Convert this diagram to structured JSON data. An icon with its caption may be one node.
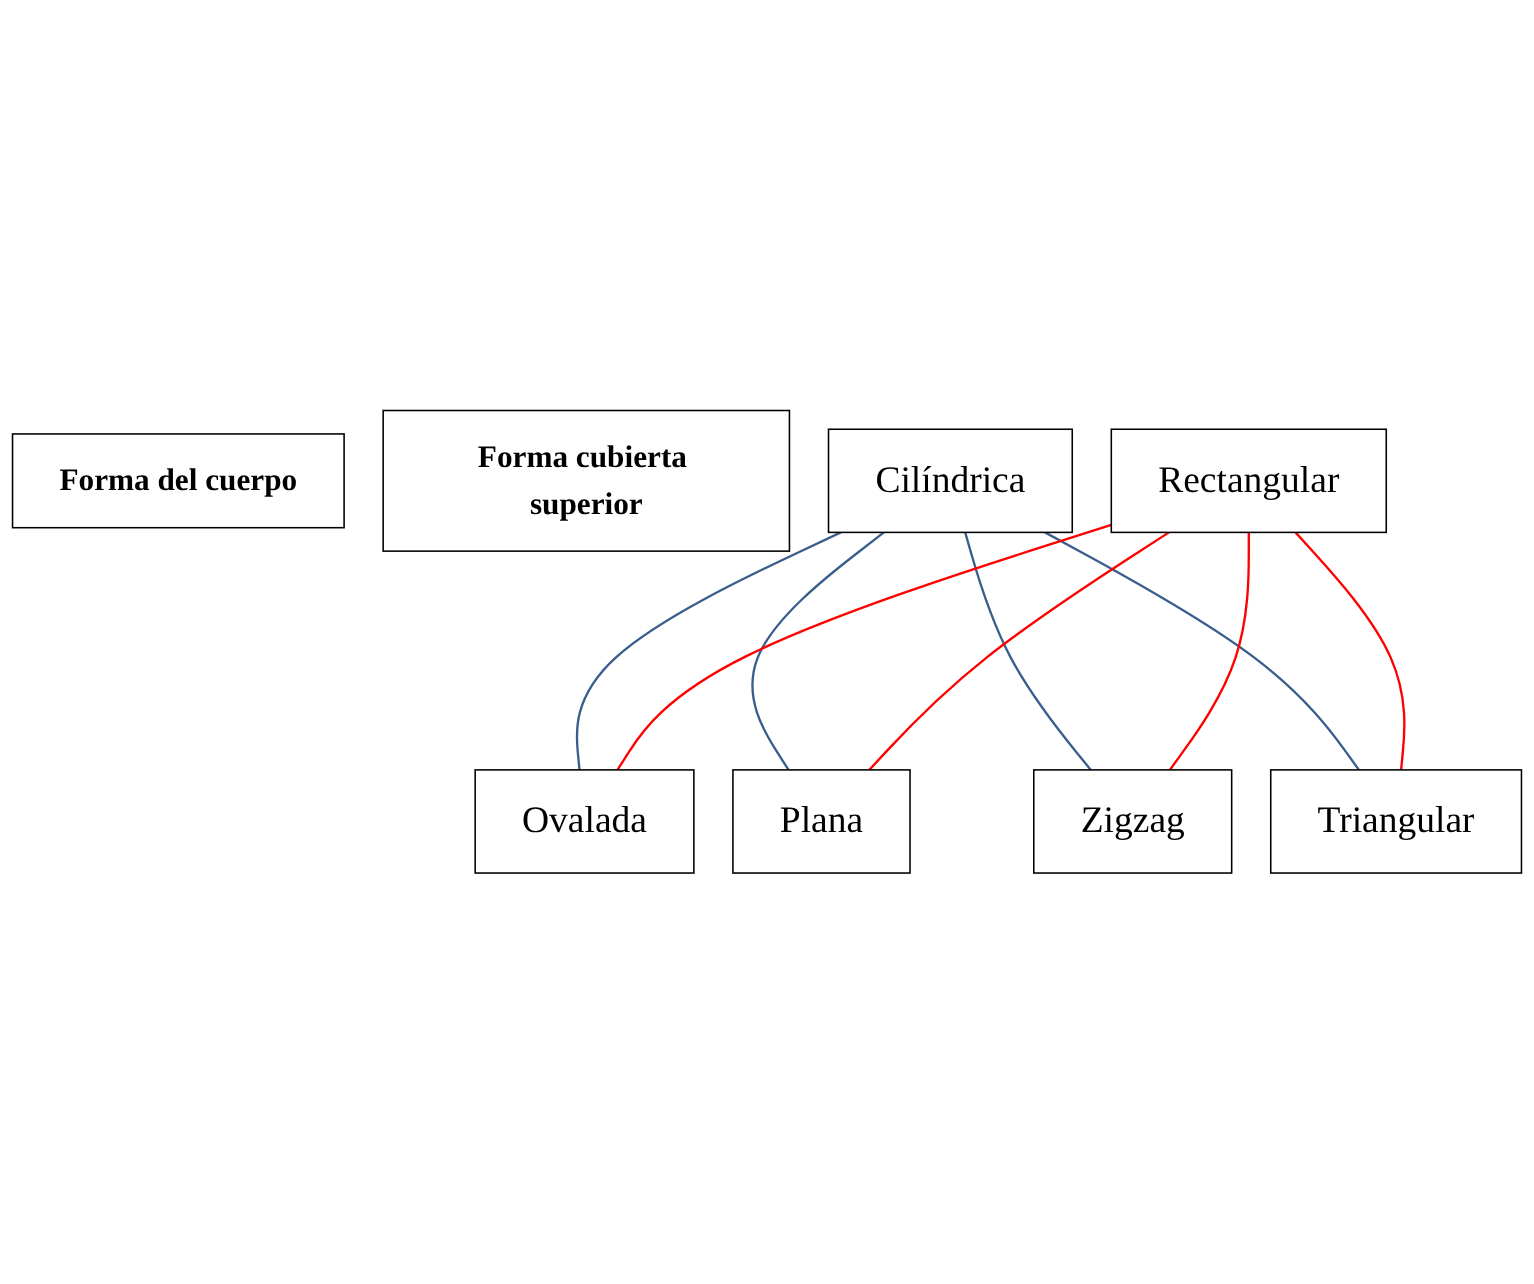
{
  "diagram": {
    "nodes": [
      {
        "text": [
          "Forma del cuerpo"
        ]
      },
      {
        "text": [
          "Forma cubierta superior"
        ]
      },
      {
        "text": [
          "Ovalada"
        ]
      },
      {
        "text": [
          "Cilíndrica"
        ]
      },
      {
        "text": [
          "Plana"
        ]
      },
      {
        "text": [
          "Rectangular"
        ]
      },
      {
        "text": [
          "Zigzag"
        ]
      },
      {
        "text": [
          "Triangular"
        ]
      }
    ],
    "edges": [
      {
        "from": 3,
        "to": 2,
        "arrow": "none",
        "color": "#3a5e8c"
      },
      {
        "from": 3,
        "to": 4,
        "arrow": "none",
        "color": "#3a5e8c"
      },
      {
        "from": 3,
        "to": 6,
        "arrow": "none",
        "color": "#3a5e8c"
      },
      {
        "from": 3,
        "to": 7,
        "arrow": "none",
        "color": "#3a5e8c"
      },
      {
        "from": 5,
        "to": 2,
        "arrow": "none",
        "color": "#ff0000"
      },
      {
        "from": 5,
        "to": 4,
        "arrow": "none",
        "color": "#ff0000"
      },
      {
        "from": 5,
        "to": 6,
        "arrow": "none",
        "color": "#ff0000"
      },
      {
        "from": 5,
        "to": 7,
        "arrow": "none",
        "color": "#ff0000"
      }
    ]
  }
}
